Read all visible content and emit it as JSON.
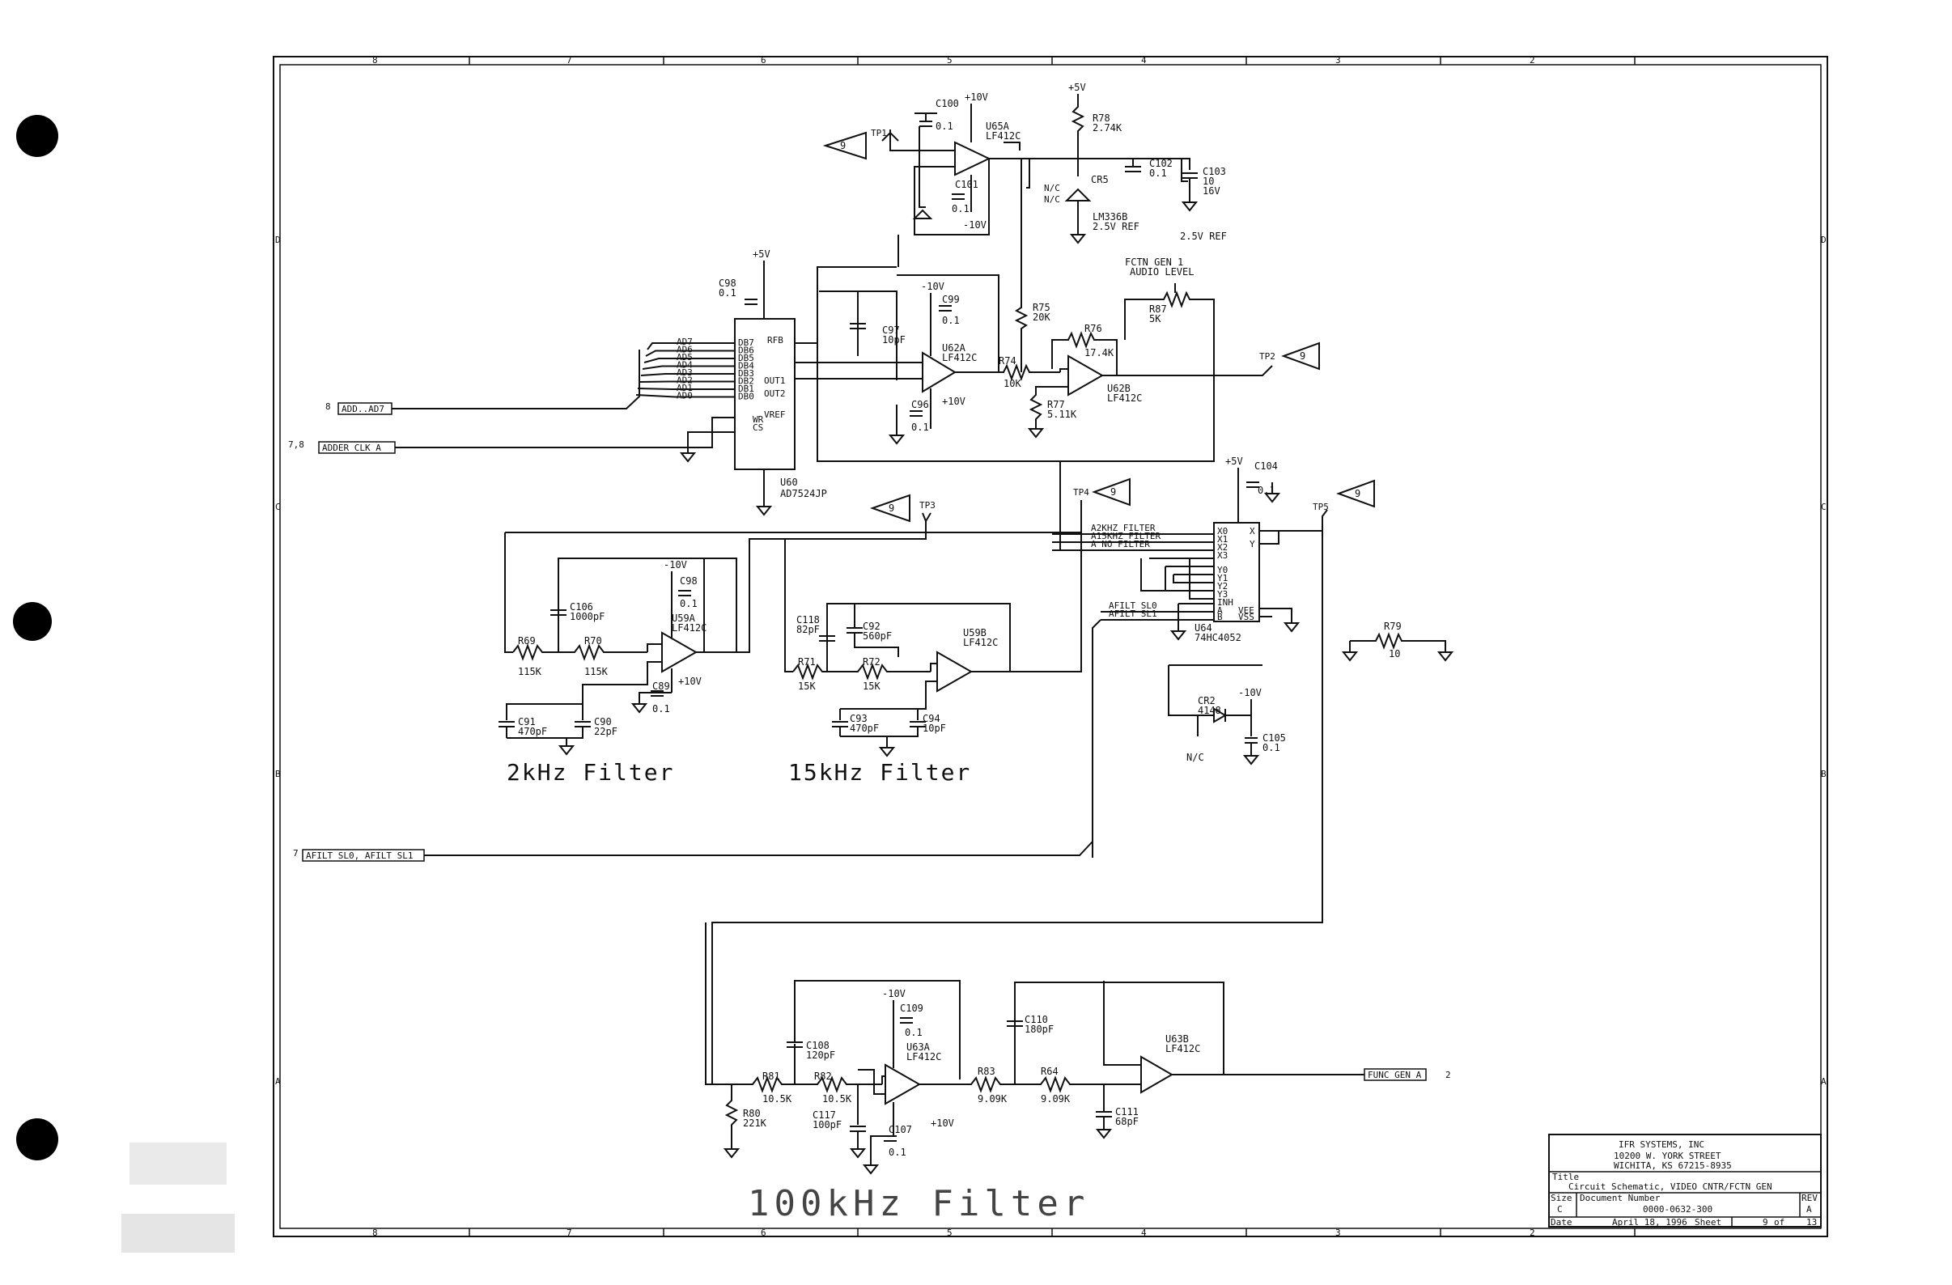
{
  "border_numbers": [
    "8",
    "7",
    "6",
    "5",
    "4",
    "3",
    "2"
  ],
  "border_letters": [
    "D",
    "C",
    "B",
    "A"
  ],
  "section_titles": {
    "f2k": "2kHz Filter",
    "f15k": "15kHz Filter",
    "f100k": "100kHz Filter"
  },
  "signals": {
    "add": "ADD..AD7",
    "add_ref": "8",
    "adder_clk": "ADDER CLK A",
    "adder_clk_ref": "7,8",
    "afilt": "AFILT SL0, AFILT SL1",
    "afilt_ref": "7",
    "func_gen": "FUNC GEN A",
    "func_gen_ref": "2"
  },
  "testpoints": [
    "TP1",
    "TP2",
    "TP3",
    "TP4",
    "TP5"
  ],
  "test_flag": "9",
  "power": {
    "p5": "+5V",
    "p10": "+10V",
    "m10": "-10V"
  },
  "parts": {
    "c100": "C100",
    "c100v": "0.1",
    "c101": "C101",
    "c101v": "0.1",
    "u65a": "U65A",
    "u65a_t": "LF412C",
    "r78": "R78",
    "r78v": "2.74K",
    "cr5": "CR5",
    "cr5_t": "LM336B",
    "cr5v": "2.5V REF",
    "c102": "C102",
    "c102v": "0.1",
    "c103": "C103",
    "c103v": "10",
    "c103v2": "16V",
    "ref25": "2.5V REF",
    "c98a": "C98",
    "c98av": "0.1",
    "c97": "C97",
    "c97v": "10pF",
    "c99": "C99",
    "c99v": "0.1",
    "u62a": "U62A",
    "u62a_t": "LF412C",
    "c96": "C96",
    "c96v": "0.1",
    "r75": "R75",
    "r75v": "20K",
    "r74": "R74",
    "r74v": "10K",
    "r76": "R76",
    "r76v": "17.4K",
    "r87": "R87",
    "r87v": "5K",
    "fctn": "FCTN GEN 1",
    "fctn2": "AUDIO LEVEL",
    "r77": "R77",
    "r77v": "5.11K",
    "u62b": "U62B",
    "u62b_t": "LF412C",
    "u60": "U60",
    "u60_t": "AD7524JP",
    "c104": "C104",
    "c104v": "0.1",
    "u64": "U64",
    "u64_t": "74HC4052",
    "mux_in": [
      "A2KHZ FILTER",
      "A15KHZ FILTER",
      "A NO FILTER"
    ],
    "mux_sel": [
      "AFILT SL0",
      "AFILT SL1"
    ],
    "r79": "R79",
    "r79v": "10",
    "cr2": "CR2",
    "cr2v": "4148",
    "c105": "C105",
    "c105v": "0.1",
    "nc": "N/C",
    "c106": "C106",
    "c106v": "1000pF",
    "c98b": "C98",
    "c98bv": "0.1",
    "u59a": "U59A",
    "u59a_t": "LF412C",
    "r69": "R69",
    "r69v": "115K",
    "r70": "R70",
    "r70v": "115K",
    "c89": "C89",
    "c89v": "0.1",
    "c91": "C91",
    "c91v": "470pF",
    "c90": "C90",
    "c90v": "22pF",
    "c118": "C118",
    "c118v": "82pF",
    "c92": "C92",
    "c92v": "560pF",
    "u59b": "U59B",
    "u59b_t": "LF412C",
    "r71": "R71",
    "r71v": "15K",
    "r72": "R72",
    "r72v": "15K",
    "c93": "C93",
    "c93v": "470pF",
    "c94": "C94",
    "c94v": "10pF",
    "c109": "C109",
    "c109v": "0.1",
    "u63a": "U63A",
    "u63a_t": "LF412C",
    "c108": "C108",
    "c108v": "120pF",
    "r81": "R81",
    "r81v": "10.5K",
    "r82": "R82",
    "r82v": "10.5K",
    "r80": "R80",
    "r80v": "221K",
    "c117": "C117",
    "c117v": "100pF",
    "c107": "C107",
    "c107v": "0.1",
    "r83": "R83",
    "r83v": "9.09K",
    "r64": "R64",
    "r64v": "9.09K",
    "c110": "C110",
    "c110v": "180pF",
    "c111": "C111",
    "c111v": "68pF",
    "u63b": "U63B",
    "u63b_t": "LF412C"
  },
  "dac_pins_left": [
    "DB7",
    "DB6",
    "DB5",
    "DB4",
    "DB3",
    "DB2",
    "DB1",
    "DB0"
  ],
  "dac_nets_left": [
    "AD7",
    "AD6",
    "AD5",
    "AD4",
    "AD3",
    "AD2",
    "AD1",
    "AD0"
  ],
  "title_block": {
    "company": "IFR SYSTEMS, INC",
    "addr1": "10200 W. YORK STREET",
    "addr2": "WICHITA, KS 67215-8935",
    "title_label": "Title",
    "title": "Circuit Schematic, VIDEO CNTR/FCTN GEN",
    "size_label": "Size",
    "size": "C",
    "docnum_label": "Document Number",
    "docnum": "0000-0632-300",
    "rev_label": "REV",
    "rev": "A",
    "date_label": "Date",
    "date": "April 18, 1996",
    "sheet_label": "Sheet",
    "sheet": "9",
    "of_label": "of",
    "of": "13"
  }
}
